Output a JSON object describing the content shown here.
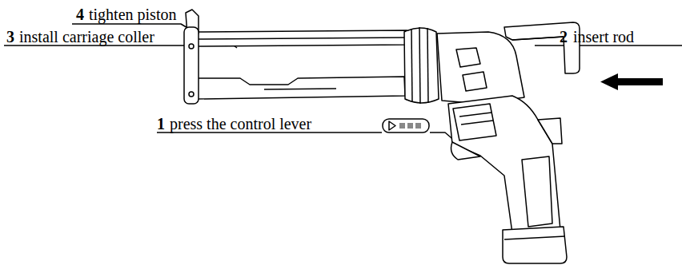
{
  "diagram": {
    "labels": [
      "4",
      "tighten piston",
      "3",
      "install carriage coller",
      "2",
      "insert rod",
      "1",
      "press the control lever"
    ]
  }
}
